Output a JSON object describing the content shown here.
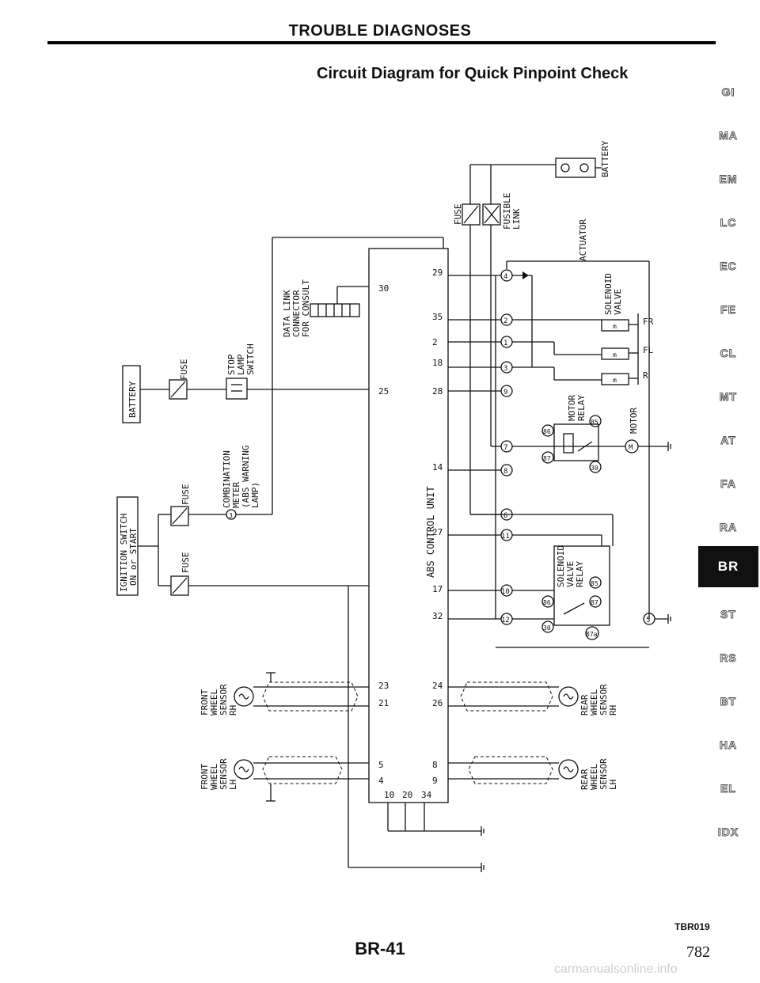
{
  "header": {
    "title": "TROUBLE DIAGNOSES",
    "subtitle": "Circuit Diagram for Quick Pinpoint Check"
  },
  "side_nav": {
    "items": [
      "GI",
      "MA",
      "EM",
      "LC",
      "EC",
      "FE",
      "CL",
      "MT",
      "AT",
      "FA",
      "RA",
      "BR",
      "ST",
      "RS",
      "BT",
      "HA",
      "EL",
      "IDX"
    ],
    "active": "BR"
  },
  "diagram": {
    "battery_left": "BATTERY",
    "battery_right": "BATTERY",
    "ignition_switch": [
      "IGNITION SWITCH",
      "ON or START"
    ],
    "fuse": "FUSE",
    "fusible_link": [
      "FUSIBLE",
      "LINK"
    ],
    "stop_lamp_switch": [
      "STOP",
      "LAMP",
      "SWITCH"
    ],
    "data_link": [
      "DATA LINK",
      "CONNECTOR",
      "FOR CONSULT"
    ],
    "combination_meter": [
      "COMBINATION",
      "METER",
      "(ABS WARNING",
      "LAMP)"
    ],
    "abs_unit": "ABS CONTROL UNIT",
    "actuator": "ACTUATOR",
    "solenoid_valve": [
      "SOLENOID",
      "VALVE"
    ],
    "valves": [
      "FR",
      "FL",
      "R"
    ],
    "motor_relay": [
      "MOTOR",
      "RELAY"
    ],
    "motor": "MOTOR",
    "motor_symbol": "M",
    "solenoid_valve_relay": [
      "SOLENOID",
      "VALVE",
      "RELAY"
    ],
    "sensor_front_rh": [
      "FRONT",
      "WHEEL",
      "SENSOR",
      "RH"
    ],
    "sensor_front_lh": [
      "FRONT",
      "WHEEL",
      "SENSOR",
      "LH"
    ],
    "sensor_rear_rh": [
      "REAR",
      "WHEEL",
      "SENSOR",
      "RH"
    ],
    "sensor_rear_lh": [
      "REAR",
      "WHEEL",
      "SENSOR",
      "LH"
    ],
    "abs_pins_left": [
      "30",
      "25",
      "23",
      "21",
      "5",
      "4",
      "10",
      "20",
      "34"
    ],
    "abs_pins_right": [
      "29",
      "35",
      "2",
      "18",
      "28",
      "14",
      "27",
      "17",
      "32",
      "24",
      "26",
      "8",
      "9"
    ],
    "actuator_pins": [
      "4",
      "2",
      "1",
      "3",
      "9",
      "7",
      "8",
      "6",
      "11",
      "10",
      "12",
      "5"
    ],
    "relay_pins": [
      "86",
      "87",
      "85",
      "30",
      "86",
      "87",
      "85",
      "87a",
      "30"
    ],
    "meter_pin": "3"
  },
  "footer": {
    "figure_code": "TBR019",
    "page_label": "BR-41",
    "page_total": "782",
    "watermark": "carmanualsonline.info"
  }
}
